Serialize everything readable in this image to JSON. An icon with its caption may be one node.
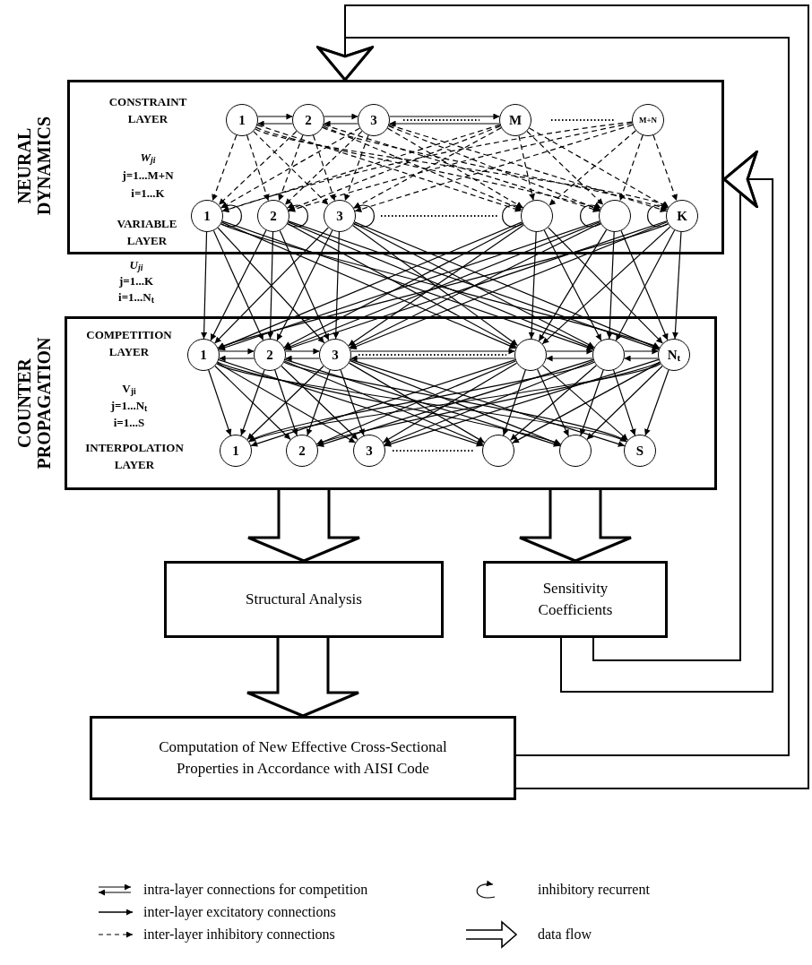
{
  "diagram": {
    "nodes": [
      {
        "text": [
          "NEURAL DYNAMICS",
          "CONSTRAINT LAYER",
          "W$_{ji}$",
          "j=1...M+N",
          "i=1...K",
          "VARIABLE LAYER"
        ]
      },
      {
        "text": [
          "COUNTER PROPAGATION",
          "COMPETITION LAYER",
          "V$_{ji}$",
          "j=1...N$_{t}$",
          "i=1...S",
          "INTERPOLATION LAYER"
        ]
      },
      {
        "text": [
          "1"
        ],
        "in": 0
      },
      {
        "text": [
          "2"
        ],
        "in": 0
      },
      {
        "text": [
          "3"
        ],
        "in": 0
      },
      {
        "text": [
          "M"
        ],
        "in": 0
      },
      {
        "text": [
          "M+N"
        ],
        "in": 0
      },
      {
        "text": [
          "1"
        ],
        "in": 0
      },
      {
        "text": [
          "2"
        ],
        "in": 0
      },
      {
        "text": [
          "3"
        ],
        "in": 0
      },
      {
        "text": [],
        "shape": "circle",
        "in": 0
      },
      {
        "text": [],
        "shape": "circle",
        "in": 0
      },
      {
        "text": [
          "K"
        ],
        "in": 0
      },
      {
        "text": [
          "1"
        ],
        "in": 1
      },
      {
        "text": [
          "2"
        ],
        "in": 1
      },
      {
        "text": [
          "3"
        ],
        "in": 1
      },
      {
        "text": [],
        "shape": "circle",
        "in": 1
      },
      {
        "text": [],
        "shape": "circle",
        "in": 1
      },
      {
        "text": [
          "N$_{t}$"
        ],
        "in": 1
      },
      {
        "text": [
          "1"
        ],
        "in": 1
      },
      {
        "text": [
          "2"
        ],
        "in": 1
      },
      {
        "text": [
          "3"
        ],
        "in": 1
      },
      {
        "text": [],
        "shape": "circle",
        "in": 1
      },
      {
        "text": [],
        "shape": "circle",
        "in": 1
      },
      {
        "text": [
          "S"
        ],
        "in": 1
      },
      {
        "text": [
          "Structural Analysis"
        ]
      },
      {
        "text": [
          "Sensitivity Coefficients"
        ]
      },
      {
        "text": [
          "Computation of New Effective Cross-Sectional Properties in Accordance with AISI Code"
        ]
      }
    ],
    "edges": [
      {
        "from": 2,
        "to": 3,
        "arrow": "to"
      },
      {
        "from": 3,
        "to": 2,
        "arrow": "to"
      },
      {
        "from": 3,
        "to": 4,
        "arrow": "to"
      },
      {
        "from": 4,
        "to": 3,
        "arrow": "to"
      },
      {
        "from": 4,
        "to": 5,
        "arrow": "to"
      },
      {
        "from": 5,
        "to": 4,
        "arrow": "to"
      },
      {
        "from": 13,
        "to": 14,
        "arrow": "to"
      },
      {
        "from": 14,
        "to": 13,
        "arrow": "to"
      },
      {
        "from": 14,
        "to": 15,
        "arrow": "to"
      },
      {
        "from": 15,
        "to": 14,
        "arrow": "to"
      },
      {
        "from": 15,
        "to": 16,
        "arrow": "to"
      },
      {
        "from": 16,
        "to": 15,
        "arrow": "to"
      },
      {
        "from": 16,
        "to": 17,
        "arrow": "to"
      },
      {
        "from": 17,
        "to": 16,
        "arrow": "to"
      },
      {
        "from": 17,
        "to": 18,
        "arrow": "to"
      },
      {
        "from": 18,
        "to": 17,
        "arrow": "to"
      },
      {
        "from": 7,
        "to": 7,
        "arrow": "to"
      },
      {
        "from": 8,
        "to": 8,
        "arrow": "to"
      },
      {
        "from": 9,
        "to": 9,
        "arrow": "to"
      },
      {
        "from": 10,
        "to": 10,
        "arrow": "to"
      },
      {
        "from": 11,
        "to": 11,
        "arrow": "to"
      },
      {
        "from": 12,
        "to": 12,
        "arrow": "to"
      },
      {
        "from": 2,
        "to": 7,
        "arrow": "to",
        "style": "dashed"
      },
      {
        "from": 2,
        "to": 8,
        "arrow": "to",
        "style": "dashed"
      },
      {
        "from": 2,
        "to": 9,
        "arrow": "to",
        "style": "dashed"
      },
      {
        "from": 2,
        "to": 10,
        "arrow": "to",
        "style": "dashed"
      },
      {
        "from": 2,
        "to": 11,
        "arrow": "to",
        "style": "dashed"
      },
      {
        "from": 2,
        "to": 12,
        "arrow": "to",
        "style": "dashed"
      },
      {
        "from": 3,
        "to": 7,
        "arrow": "to",
        "style": "dashed"
      },
      {
        "from": 3,
        "to": 8,
        "arrow": "to",
        "style": "dashed"
      },
      {
        "from": 3,
        "to": 9,
        "arrow": "to",
        "style": "dashed"
      },
      {
        "from": 3,
        "to": 10,
        "arrow": "to",
        "style": "dashed"
      },
      {
        "from": 3,
        "to": 11,
        "arrow": "to",
        "style": "dashed"
      },
      {
        "from": 3,
        "to": 12,
        "arrow": "to",
        "style": "dashed"
      },
      {
        "from": 4,
        "to": 7,
        "arrow": "to",
        "style": "dashed"
      },
      {
        "from": 4,
        "to": 8,
        "arrow": "to",
        "style": "dashed"
      },
      {
        "from": 4,
        "to": 9,
        "arrow": "to",
        "style": "dashed"
      },
      {
        "from": 4,
        "to": 10,
        "arrow": "to",
        "style": "dashed"
      },
      {
        "from": 4,
        "to": 11,
        "arrow": "to",
        "style": "dashed"
      },
      {
        "from": 4,
        "to": 12,
        "arrow": "to",
        "style": "dashed"
      },
      {
        "from": 5,
        "to": 7,
        "arrow": "to",
        "style": "dashed"
      },
      {
        "from": 5,
        "to": 8,
        "arrow": "to",
        "style": "dashed"
      },
      {
        "from": 5,
        "to": 9,
        "arrow": "to",
        "style": "dashed"
      },
      {
        "from": 5,
        "to": 10,
        "arrow": "to",
        "style": "dashed"
      },
      {
        "from": 5,
        "to": 11,
        "arrow": "to",
        "style": "dashed"
      },
      {
        "from": 5,
        "to": 12,
        "arrow": "to",
        "style": "dashed"
      },
      {
        "from": 6,
        "to": 7,
        "arrow": "to",
        "style": "dashed"
      },
      {
        "from": 6,
        "to": 8,
        "arrow": "to",
        "style": "dashed"
      },
      {
        "from": 6,
        "to": 9,
        "arrow": "to",
        "style": "dashed"
      },
      {
        "from": 6,
        "to": 10,
        "arrow": "to",
        "style": "dashed"
      },
      {
        "from": 6,
        "to": 11,
        "arrow": "to",
        "style": "dashed"
      },
      {
        "from": 6,
        "to": 12,
        "arrow": "to",
        "style": "dashed"
      },
      {
        "from": 7,
        "to": 13,
        "arrow": "to"
      },
      {
        "from": 7,
        "to": 14,
        "arrow": "to"
      },
      {
        "from": 7,
        "to": 15,
        "arrow": "to"
      },
      {
        "from": 7,
        "to": 16,
        "arrow": "to"
      },
      {
        "from": 7,
        "to": 17,
        "arrow": "to"
      },
      {
        "from": 7,
        "to": 18,
        "arrow": "to"
      },
      {
        "from": 8,
        "to": 13,
        "arrow": "to"
      },
      {
        "from": 8,
        "to": 14,
        "arrow": "to"
      },
      {
        "from": 8,
        "to": 15,
        "arrow": "to"
      },
      {
        "from": 8,
        "to": 16,
        "arrow": "to"
      },
      {
        "from": 8,
        "to": 17,
        "arrow": "to"
      },
      {
        "from": 8,
        "to": 18,
        "arrow": "to"
      },
      {
        "from": 9,
        "to": 13,
        "arrow": "to"
      },
      {
        "from": 9,
        "to": 14,
        "arrow": "to"
      },
      {
        "from": 9,
        "to": 15,
        "arrow": "to"
      },
      {
        "from": 9,
        "to": 16,
        "arrow": "to"
      },
      {
        "from": 9,
        "to": 17,
        "arrow": "to"
      },
      {
        "from": 9,
        "to": 18,
        "arrow": "to"
      },
      {
        "from": 10,
        "to": 13,
        "arrow": "to"
      },
      {
        "from": 10,
        "to": 14,
        "arrow": "to"
      },
      {
        "from": 10,
        "to": 15,
        "arrow": "to"
      },
      {
        "from": 10,
        "to": 16,
        "arrow": "to"
      },
      {
        "from": 10,
        "to": 17,
        "arrow": "to"
      },
      {
        "from": 10,
        "to": 18,
        "arrow": "to"
      },
      {
        "from": 11,
        "to": 13,
        "arrow": "to"
      },
      {
        "from": 11,
        "to": 14,
        "arrow": "to"
      },
      {
        "from": 11,
        "to": 15,
        "arrow": "to"
      },
      {
        "from": 11,
        "to": 16,
        "arrow": "to"
      },
      {
        "from": 11,
        "to": 17,
        "arrow": "to"
      },
      {
        "from": 11,
        "to": 18,
        "arrow": "to"
      },
      {
        "from": 12,
        "to": 13,
        "arrow": "to"
      },
      {
        "from": 12,
        "to": 14,
        "arrow": "to"
      },
      {
        "from": 12,
        "to": 15,
        "arrow": "to"
      },
      {
        "from": 12,
        "to": 16,
        "arrow": "to"
      },
      {
        "from": 12,
        "to": 17,
        "arrow": "to"
      },
      {
        "from": 12,
        "to": 18,
        "arrow": "to"
      },
      {
        "from": 13,
        "to": 19,
        "arrow": "to"
      },
      {
        "from": 13,
        "to": 20,
        "arrow": "to"
      },
      {
        "from": 13,
        "to": 21,
        "arrow": "to"
      },
      {
        "from": 13,
        "to": 22,
        "arrow": "to"
      },
      {
        "from": 13,
        "to": 23,
        "arrow": "to"
      },
      {
        "from": 13,
        "to": 24,
        "arrow": "to"
      },
      {
        "from": 14,
        "to": 19,
        "arrow": "to"
      },
      {
        "from": 14,
        "to": 20,
        "arrow": "to"
      },
      {
        "from": 14,
        "to": 21,
        "arrow": "to"
      },
      {
        "from": 14,
        "to": 22,
        "arrow": "to"
      },
      {
        "from": 14,
        "to": 23,
        "arrow": "to"
      },
      {
        "from": 14,
        "to": 24,
        "arrow": "to"
      },
      {
        "from": 15,
        "to": 19,
        "arrow": "to"
      },
      {
        "from": 15,
        "to": 20,
        "arrow": "to"
      },
      {
        "from": 15,
        "to": 21,
        "arrow": "to"
      },
      {
        "from": 15,
        "to": 22,
        "arrow": "to"
      },
      {
        "from": 15,
        "to": 23,
        "arrow": "to"
      },
      {
        "from": 15,
        "to": 24,
        "arrow": "to"
      },
      {
        "from": 16,
        "to": 19,
        "arrow": "to"
      },
      {
        "from": 16,
        "to": 20,
        "arrow": "to"
      },
      {
        "from": 16,
        "to": 21,
        "arrow": "to"
      },
      {
        "from": 16,
        "to": 22,
        "arrow": "to"
      },
      {
        "from": 16,
        "to": 23,
        "arrow": "to"
      },
      {
        "from": 16,
        "to": 24,
        "arrow": "to"
      },
      {
        "from": 17,
        "to": 19,
        "arrow": "to"
      },
      {
        "from": 17,
        "to": 20,
        "arrow": "to"
      },
      {
        "from": 17,
        "to": 21,
        "arrow": "to"
      },
      {
        "from": 17,
        "to": 22,
        "arrow": "to"
      },
      {
        "from": 17,
        "to": 23,
        "arrow": "to"
      },
      {
        "from": 17,
        "to": 24,
        "arrow": "to"
      },
      {
        "from": 18,
        "to": 19,
        "arrow": "to"
      },
      {
        "from": 18,
        "to": 20,
        "arrow": "to"
      },
      {
        "from": 18,
        "to": 21,
        "arrow": "to"
      },
      {
        "from": 18,
        "to": 22,
        "arrow": "to"
      },
      {
        "from": 18,
        "to": 23,
        "arrow": "to"
      },
      {
        "from": 18,
        "to": 24,
        "arrow": "to"
      },
      {
        "from": 1,
        "to": 25,
        "arrow": "to",
        "style": "thick"
      },
      {
        "from": 1,
        "to": 26,
        "arrow": "to",
        "style": "thick"
      },
      {
        "from": 25,
        "to": 27,
        "arrow": "to",
        "style": "thick"
      },
      {
        "from": 27,
        "to": 0,
        "arrow": "to"
      },
      {
        "from": 27,
        "to": 0,
        "arrow": "to"
      },
      {
        "from": 26,
        "to": 0,
        "arrow": "to"
      },
      {
        "from": 26,
        "to": 0,
        "arrow": "to"
      }
    ],
    "labels": [
      "U$_{ji}$",
      "j=1...K",
      "i=1...N$_{t}$"
    ],
    "legend": [
      {
        "text": "intra-layer connections for competition"
      },
      {
        "text": "inter-layer excitatory connections"
      },
      {
        "text": "inter-layer inhibitory connections"
      },
      {
        "text": "inhibitory recurrent"
      },
      {
        "text": "data flow"
      }
    ]
  }
}
